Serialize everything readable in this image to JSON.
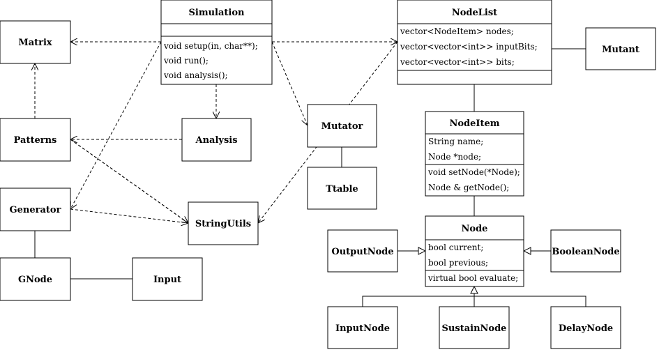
{
  "classes": {
    "simulation": {
      "name": "Simulation",
      "members": [
        "void setup(in, char**);",
        "void run();",
        "void analysis();"
      ]
    },
    "matrix": {
      "name": "Matrix"
    },
    "patterns": {
      "name": "Patterns"
    },
    "analysis": {
      "name": "Analysis"
    },
    "generator": {
      "name": "Generator"
    },
    "stringutils": {
      "name": "StringUtils"
    },
    "gnode": {
      "name": "GNode"
    },
    "input": {
      "name": "Input"
    },
    "mutator": {
      "name": "Mutator"
    },
    "ttable": {
      "name": "Ttable"
    },
    "nodelist": {
      "name": "NodeList",
      "members": [
        "vector<NodeItem> nodes;",
        "vector<vector<int>> inputBits;",
        "vector<vector<int>> bits;"
      ]
    },
    "mutant": {
      "name": "Mutant"
    },
    "nodeitem": {
      "name": "NodeItem",
      "fields": [
        "String name;",
        "Node *node;"
      ],
      "methods": [
        "void setNode(*Node);",
        "Node & getNode();"
      ]
    },
    "node": {
      "name": "Node",
      "fields": [
        "bool current;",
        "bool previous;"
      ],
      "methods": [
        "virtual bool evaluate;"
      ]
    },
    "outputnode": {
      "name": "OutputNode"
    },
    "booleannode": {
      "name": "BooleanNode"
    },
    "inputnode": {
      "name": "InputNode"
    },
    "sustainnode": {
      "name": "SustainNode"
    },
    "delaynode": {
      "name": "DelayNode"
    }
  }
}
